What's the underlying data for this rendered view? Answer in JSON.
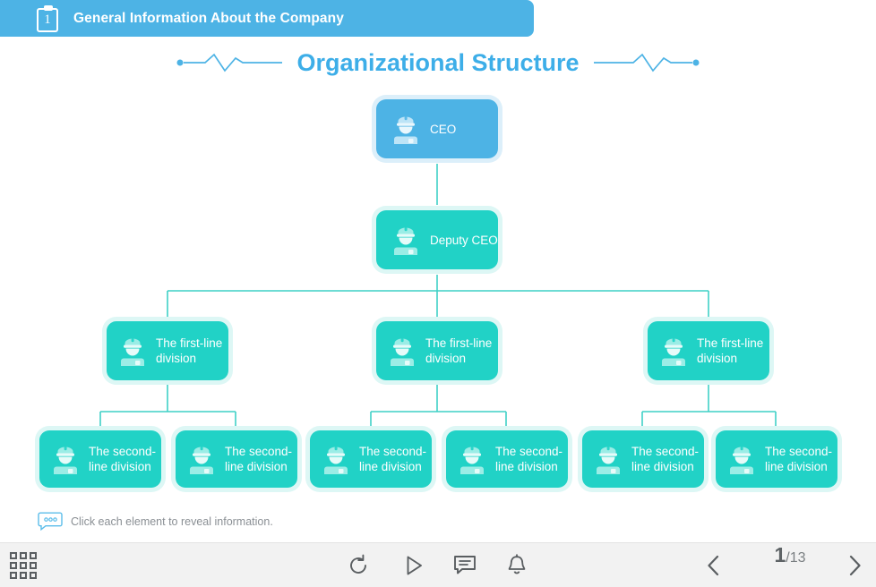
{
  "header": {
    "number": "1",
    "title": "General Information About the Company",
    "icon": "clipboard-icon",
    "color": "#4DB3E5"
  },
  "slide": {
    "title": "Organizational Structure",
    "title_color": "#3DAEE8",
    "decoration": "zigzag-line"
  },
  "chart_data": {
    "type": "diagram",
    "title": "Organizational Structure",
    "nodes": [
      {
        "id": "ceo",
        "label": "CEO",
        "level": 0,
        "color": "#4DB3E5",
        "glow": "#DCEFFA",
        "icon": "officer-person-icon"
      },
      {
        "id": "dceo",
        "label": "Deputy CEO",
        "level": 1,
        "color": "#21D2C6",
        "glow": "#DDF7F5",
        "icon": "officer-person-icon"
      },
      {
        "id": "f1",
        "label": "The first-line division",
        "level": 2,
        "color": "#21D2C6",
        "glow": "#DDF7F5",
        "icon": "officer-person-icon"
      },
      {
        "id": "f2",
        "label": "The first-line division",
        "level": 2,
        "color": "#21D2C6",
        "glow": "#DDF7F5",
        "icon": "officer-person-icon"
      },
      {
        "id": "f3",
        "label": "The first-line division",
        "level": 2,
        "color": "#21D2C6",
        "glow": "#DDF7F5",
        "icon": "officer-person-icon"
      },
      {
        "id": "s1",
        "label": "The second-line division",
        "level": 3,
        "color": "#21D2C6",
        "glow": "#DDF7F5",
        "icon": "officer-person-icon"
      },
      {
        "id": "s2",
        "label": "The second-line division",
        "level": 3,
        "color": "#21D2C6",
        "glow": "#DDF7F5",
        "icon": "officer-person-icon"
      },
      {
        "id": "s3",
        "label": "The second-line division",
        "level": 3,
        "color": "#21D2C6",
        "glow": "#DDF7F5",
        "icon": "officer-person-icon"
      },
      {
        "id": "s4",
        "label": "The second-line division",
        "level": 3,
        "color": "#21D2C6",
        "glow": "#DDF7F5",
        "icon": "officer-person-icon"
      },
      {
        "id": "s5",
        "label": "The second-line division",
        "level": 3,
        "color": "#21D2C6",
        "glow": "#DDF7F5",
        "icon": "officer-person-icon"
      },
      {
        "id": "s6",
        "label": "The second-line division",
        "level": 3,
        "color": "#21D2C6",
        "glow": "#DDF7F5",
        "icon": "officer-person-icon"
      }
    ],
    "edges": [
      {
        "from": "ceo",
        "to": "dceo"
      },
      {
        "from": "dceo",
        "to": "f1"
      },
      {
        "from": "dceo",
        "to": "f2"
      },
      {
        "from": "dceo",
        "to": "f3"
      },
      {
        "from": "f1",
        "to": "s1"
      },
      {
        "from": "f1",
        "to": "s2"
      },
      {
        "from": "f2",
        "to": "s3"
      },
      {
        "from": "f2",
        "to": "s4"
      },
      {
        "from": "f3",
        "to": "s5"
      },
      {
        "from": "f3",
        "to": "s6"
      }
    ],
    "line_color": "#3FD0C6"
  },
  "hint": {
    "text": "Click each element to reveal information.",
    "icon": "speech-bubble-dots-icon"
  },
  "toolbar": {
    "menu_label": "grid-menu",
    "replay_label": "replay",
    "play_label": "play",
    "notes_label": "notes",
    "alerts_label": "alerts",
    "prev_label": "previous-slide",
    "next_label": "next-slide",
    "current_page": "1",
    "total_pages": "/13",
    "background": "#F2F2F2"
  }
}
